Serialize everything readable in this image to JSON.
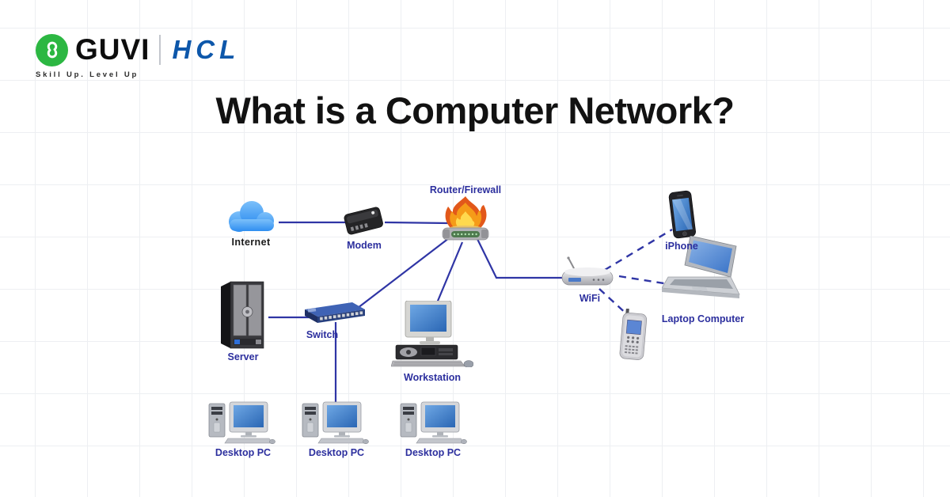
{
  "header": {
    "brand": "GUVI",
    "tagline": "Skill Up. Level Up",
    "partner": "HCL"
  },
  "title": "What is a Computer Network?",
  "diagram": {
    "internet_label": "Internet",
    "modem_label": "Modem",
    "router_label": "Router/Firewall",
    "switch_label": "Switch",
    "server_label": "Server",
    "workstation_label": "Workstation",
    "desktop_pc_labels": [
      "Desktop PC",
      "Desktop PC",
      "Desktop PC"
    ],
    "wifi_label": "WiFi",
    "iphone_label": "iPhone",
    "laptop_label": "Laptop Computer"
  },
  "colors": {
    "guvi_green": "#2cb742",
    "hcl_blue": "#0d57aa",
    "link_line": "#2f35a5",
    "diagram_label": "#2c2f9e",
    "title_text": "#121212"
  }
}
